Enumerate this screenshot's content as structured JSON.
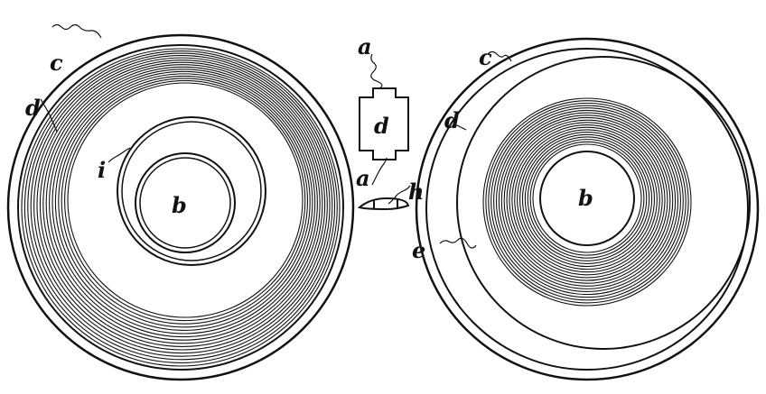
{
  "figure": {
    "left_labels": {
      "c": "c",
      "d": "d",
      "i": "i",
      "b": "b"
    },
    "middle_labels": {
      "a_top": "a",
      "d": "d",
      "a_bottom": "a",
      "h": "h"
    },
    "right_labels": {
      "c": "c",
      "d": "d",
      "e": "e",
      "b": "b"
    },
    "ink_color": "#111111",
    "paper_color": "#ffffff"
  }
}
